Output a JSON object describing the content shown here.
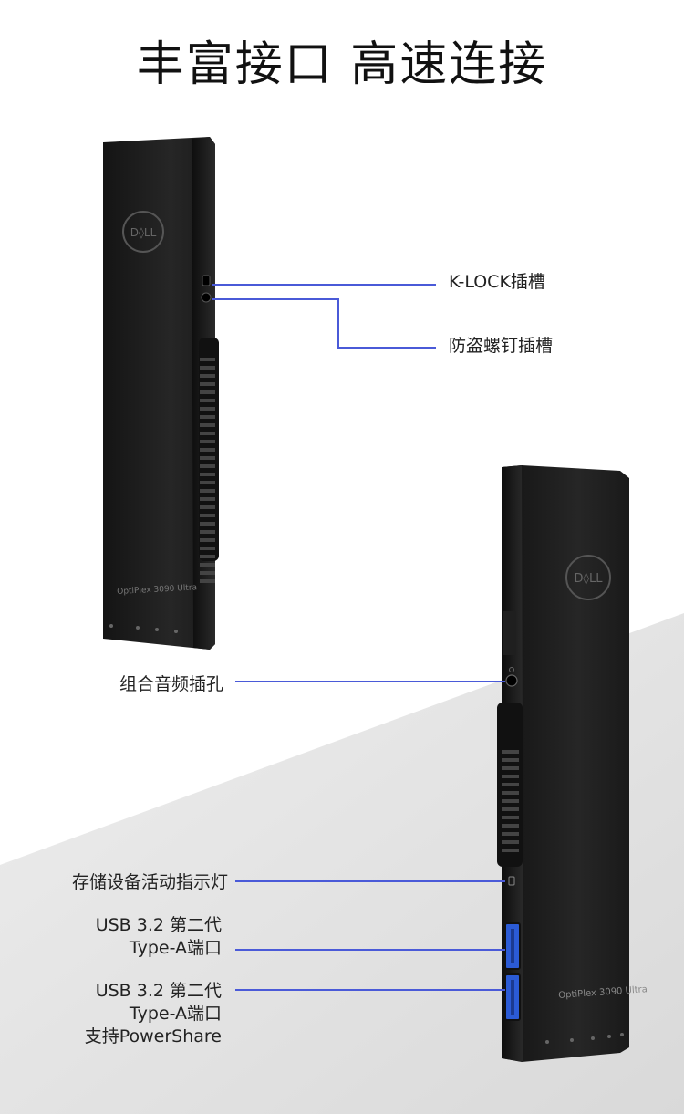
{
  "title": "丰富接口 高速连接",
  "tower_top": {
    "model_text": "OptiPlex 3090 Ultra"
  },
  "tower_bottom": {
    "model_text": "OptiPlex 3090 Ultra"
  },
  "callouts": {
    "klock": "K-LOCK插槽",
    "screw_slot": "防盗螺钉插槽",
    "audio_jack": "组合音频插孔",
    "storage_led": "存储设备活动指示灯",
    "usb1_line1": "USB 3.2 第二代",
    "usb1_line2": "Type-A端口",
    "usb2_line1": "USB 3.2 第二代",
    "usb2_line2": "Type-A端口",
    "usb2_line3": "支持PowerShare"
  },
  "colors": {
    "leader_line": "#4a5ad8",
    "device_body": "#1c1c1c",
    "usb_port": "#2b5bd6"
  }
}
